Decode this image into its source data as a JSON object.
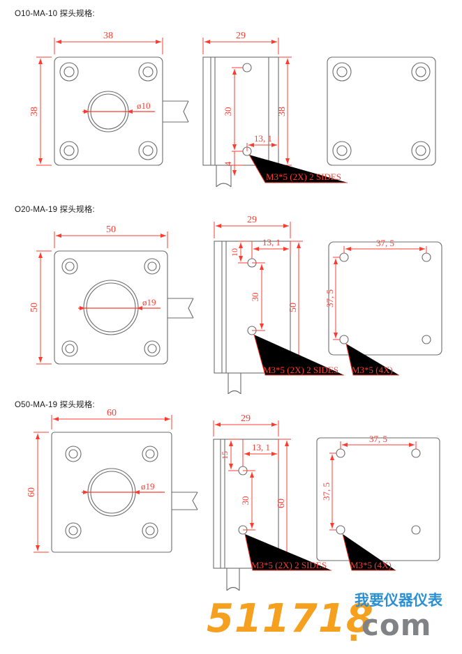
{
  "page": {
    "background": "#ffffff",
    "line_color": "#6b6b6b",
    "dim_color": "#ff3b30",
    "text_color": "#1a1a1a"
  },
  "sections": [
    {
      "id": "o10-ma-10",
      "title": "O10-MA-10 探头规格:",
      "front_view": {
        "width_label": "38",
        "height_label": "38",
        "bore_label": "ø10",
        "screw_count": 4
      },
      "side_view": {
        "width_label": "29",
        "height_label": "38",
        "top_hole_label": "30",
        "bottom_hole_label": "4",
        "offset_label": "13, 1",
        "note": "M3*5 (2X)  2 SIDES"
      },
      "back_view": {
        "screw_count": 4,
        "hole_spacing_h": "",
        "hole_spacing_v": "",
        "note": ""
      }
    },
    {
      "id": "o20-ma-19",
      "title": "O20-MA-19 探头规格:",
      "front_view": {
        "width_label": "50",
        "height_label": "50",
        "bore_label": "ø19",
        "screw_count": 4
      },
      "side_view": {
        "width_label": "29",
        "height_label": "50",
        "top_hole_label": "10",
        "bottom_hole_label": "30",
        "offset_label": "13, 1",
        "note": "M3*5 (2X)  2 SIDES"
      },
      "back_view": {
        "screw_count": 4,
        "hole_spacing_h": "37, 5",
        "hole_spacing_v": "37, 5",
        "note": "M3*5 (4X)"
      }
    },
    {
      "id": "o50-ma-19",
      "title": "O50-MA-19 探头规格:",
      "front_view": {
        "width_label": "60",
        "height_label": "60",
        "bore_label": "ø19",
        "screw_count": 4
      },
      "side_view": {
        "width_label": "29",
        "height_label": "60",
        "top_hole_label": "15",
        "bottom_hole_label": "30",
        "offset_label": "13, 1",
        "note": "M3*5 (2X)  2 SIDES"
      },
      "back_view": {
        "screw_count": 4,
        "hole_spacing_h": "37, 5",
        "hole_spacing_v": "37, 5",
        "note": "M3*5 (4X)"
      }
    }
  ],
  "watermark": {
    "number": "511718",
    "dot": ".",
    "com": "com",
    "chinese": "我要仪器仪表",
    "number_color": "#F5A01E",
    "com_color": "#808285",
    "chinese_color": "#2B8FD4"
  }
}
